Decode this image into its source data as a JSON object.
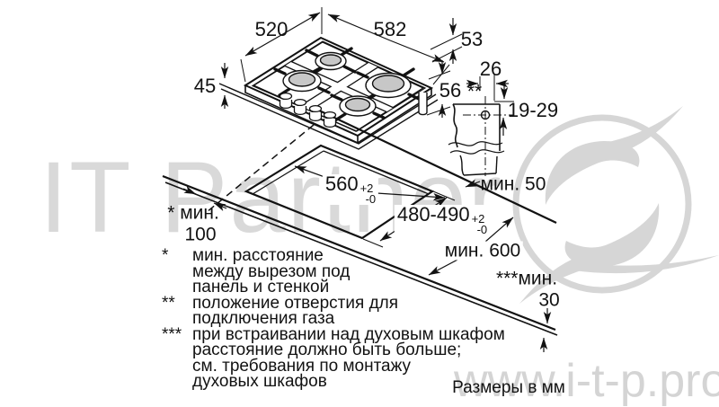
{
  "watermark": {
    "brand": "IT Partner",
    "site": "www.i-t-p.pro"
  },
  "units_note": "Размеры в мм",
  "hob": {
    "dim_back_width": "520",
    "dim_front_width": "582",
    "dim_rim_height": "53",
    "dim_built_in_depth": "45",
    "dim_total_height": "56"
  },
  "gas_connection": {
    "marker": "**",
    "dim_horizontal": "26",
    "dim_vertical": "19-29"
  },
  "cutout": {
    "width": "560",
    "tol_plus": "+2",
    "tol_minus": "-0",
    "depth": "480-490",
    "min_back": "мин. 50",
    "min_side_label": "* мин.",
    "min_side_value": "100",
    "min_worktop_depth": "мин. 600",
    "min_below_label": "***мин.",
    "min_below_value": "30"
  },
  "footnotes": {
    "items": [
      {
        "marker": "*",
        "lines": [
          "мин. расстояние",
          "между вырезом под",
          "панель и стенкой"
        ]
      },
      {
        "marker": "**",
        "lines": [
          "положение отверстия для",
          "подключения газа"
        ]
      },
      {
        "marker": "***",
        "lines": [
          "при встраивании над духовым шкафом",
          "расстояние должно быть больше;",
          "см. требования по монтажу",
          "духовых шкафов"
        ]
      }
    ]
  }
}
